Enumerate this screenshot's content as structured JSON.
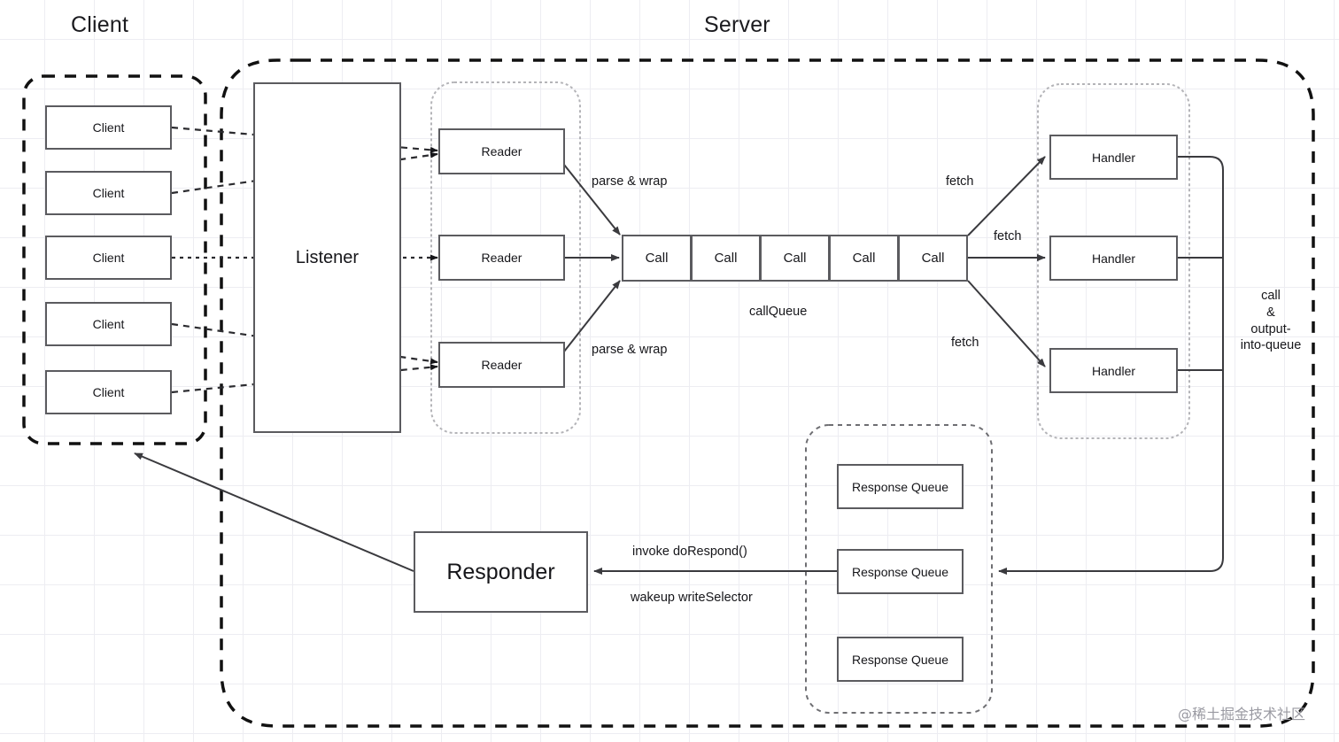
{
  "diagram": {
    "titles": {
      "client": "Client",
      "server": "Server"
    },
    "client_group": {
      "label": "Client",
      "nodes": [
        {
          "label": "Client"
        },
        {
          "label": "Client"
        },
        {
          "label": "Client"
        },
        {
          "label": "Client"
        },
        {
          "label": "Client"
        }
      ]
    },
    "listener": {
      "label": "Listener"
    },
    "reader_group": {
      "nodes": [
        {
          "label": "Reader"
        },
        {
          "label": "Reader"
        },
        {
          "label": "Reader"
        }
      ]
    },
    "call_queue": {
      "caption": "callQueue",
      "cells": [
        {
          "label": "Call"
        },
        {
          "label": "Call"
        },
        {
          "label": "Call"
        },
        {
          "label": "Call"
        },
        {
          "label": "Call"
        }
      ]
    },
    "handler_group": {
      "nodes": [
        {
          "label": "Handler"
        },
        {
          "label": "Handler"
        },
        {
          "label": "Handler"
        }
      ]
    },
    "response_queue_group": {
      "nodes": [
        {
          "label": "Response Queue"
        },
        {
          "label": "Response Queue"
        },
        {
          "label": "Response Queue"
        }
      ]
    },
    "responder": {
      "label": "Responder"
    },
    "edge_labels": {
      "parse_wrap_top": "parse & wrap",
      "parse_wrap_bottom": "parse & wrap",
      "fetch_top": "fetch",
      "fetch_mid": "fetch",
      "fetch_bottom": "fetch",
      "call_output_line1": "call",
      "call_output_line2": "&",
      "call_output_line3": "output-",
      "call_output_line4": "into-queue",
      "invoke_do_respond": "invoke doRespond()",
      "wakeup_write_selector": "wakeup writeSelector"
    },
    "watermark": "@稀土掘金技术社区",
    "colors": {
      "stroke": "#5b5b5f",
      "text": "#16161a",
      "grid": "#ededf2",
      "dashed_group": "#aaaaae",
      "boundary": "#111111"
    }
  }
}
